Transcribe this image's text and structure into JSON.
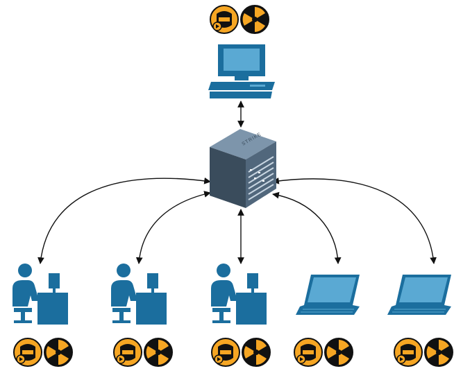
{
  "diagram": {
    "topology": "star",
    "hub": {
      "kind": "server-rack",
      "label": "STRIKE",
      "icon": "server-rack-icon"
    },
    "top_node": {
      "kind": "desktop-computer",
      "icon": "desktop-computer-icon",
      "badges": [
        "playback-badge-icon",
        "nuke-badge-icon"
      ]
    },
    "bottom_nodes": [
      {
        "kind": "workstation-user",
        "icon": "user-at-desk-icon",
        "badges": [
          "playback-badge-icon",
          "nuke-badge-icon"
        ]
      },
      {
        "kind": "workstation-user",
        "icon": "user-at-desk-icon",
        "badges": [
          "playback-badge-icon",
          "nuke-badge-icon"
        ]
      },
      {
        "kind": "workstation-user",
        "icon": "user-at-desk-icon",
        "badges": [
          "playback-badge-icon",
          "nuke-badge-icon"
        ]
      },
      {
        "kind": "laptop",
        "icon": "laptop-icon",
        "badges": [
          "playback-badge-icon",
          "nuke-badge-icon"
        ]
      },
      {
        "kind": "laptop",
        "icon": "laptop-icon",
        "badges": [
          "playback-badge-icon",
          "nuke-badge-icon"
        ]
      }
    ],
    "connections": "bidirectional",
    "colors": {
      "device_blue": "#1b6e9e",
      "device_light": "#5aa9d3",
      "rack_dark": "#3a4c5c",
      "rack_light": "#7d95ab",
      "badge_orange": "#f6a623",
      "badge_black": "#111111",
      "arrow": "#111111"
    }
  }
}
